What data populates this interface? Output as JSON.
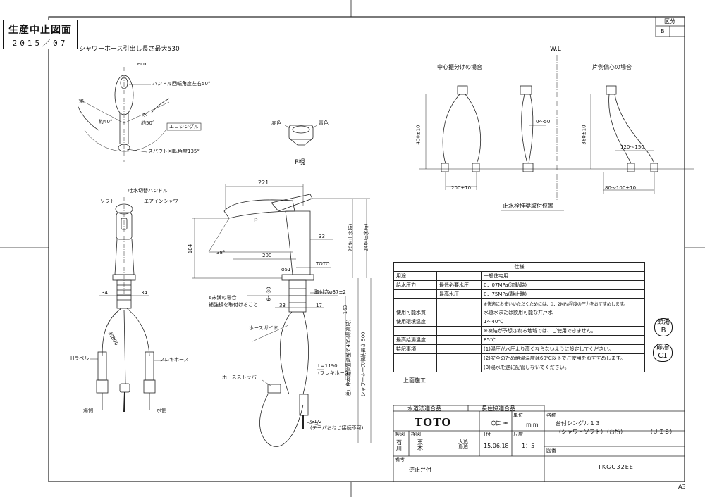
{
  "stamp": {
    "title": "生産中止図面",
    "date": "2015／07"
  },
  "class_box": {
    "label": "区分",
    "value": "B"
  },
  "sheet_size": "A3",
  "top_view": {
    "hose_note": "シャワーホース引出し長さ最大530",
    "eco": "eco",
    "handle_rotation": "ハンドル回転角度左右50°",
    "hot": "湯",
    "hot_angle": "約40°",
    "water": "水",
    "water_angle": "約50°",
    "eco_single": "エコシングル",
    "spout_rotation": "スパウト回転角度135°"
  },
  "p_view": {
    "red_mark": "赤色",
    "blue_mark": "青色",
    "caption": "P視"
  },
  "front_view": {
    "switch_handle": "吐水切替ハンドル",
    "soft": "ソフト",
    "aerator": "エアインシャワー",
    "dim_left": "34",
    "dim_right": "34",
    "hose_len_label": "約800",
    "h_label": "Hラベル",
    "flex_hose": "フレキホース",
    "hot_side": "湯側",
    "water_side": "水側"
  },
  "side_view": {
    "dim_221": "221",
    "p_arrow": "P",
    "dim_33": "33",
    "dim_184": "184",
    "angle_38": "38°",
    "dim_200": "200",
    "dim_phi51": "φ51",
    "toto_label": "TOTO",
    "dim_209": "209(止水時)",
    "dim_240": "240(吐水時)",
    "six_holes_note1": "6未満の場合",
    "six_holes_note2": "補強板を取付けること",
    "dim_6_30": "6～30",
    "hole_dia": "取付穴φ37±2",
    "dim_33b": "33",
    "dim_17": "17",
    "dim_163": "163",
    "hose_guide": "ホースガイド",
    "check_valve_note": "逆止弁本体位置調整で435(最高時)",
    "hose_storage": "シャワーホース収納長さ 500",
    "l1190": "L=1190",
    "l1190_sub": "(フレキホース)",
    "hose_stopper": "ホースストッパー",
    "g12": "G1/2",
    "g12_sub": "(テーパおねじ接続不可)"
  },
  "wl_view": {
    "wl": "W.L",
    "center": "中心振分けの場合",
    "offset": "片側偏心の場合",
    "dim_400": "400±10",
    "dim_0_50": "0～50",
    "dim_360": "360±10",
    "dim_120_150": "120～150",
    "dim_200_10": "200±10",
    "dim_80_100": "80～100±10",
    "caption": "止水栓推奨取付位置"
  },
  "spec": {
    "title": "仕様",
    "rows": [
      [
        "用途",
        "",
        "一般住宅用"
      ],
      [
        "給水圧力",
        "最低必要水圧",
        "0．07MPa(流動時)"
      ],
      [
        "",
        "最高水圧",
        "0．75MPa(静止時)"
      ],
      [
        "",
        "",
        "※快適にお使いいただくためには、0．2MPa程度の圧力をおすすめします。"
      ],
      [
        "使用可能水質",
        "",
        "水道水または飲用可能な井戸水"
      ],
      [
        "使用環境温度",
        "",
        "1～40℃"
      ],
      [
        "",
        "",
        "※凍結が予想される地域では、ご使用できません。"
      ],
      [
        "最高給湯温度",
        "",
        "85℃"
      ],
      [
        "特記事項",
        "",
        "(1)湯圧が水圧より高くならないように設定してください。"
      ],
      [
        "",
        "",
        "(2)安全のため給湯温度は60℃以下でご使用をおすすめします。"
      ],
      [
        "",
        "",
        "(3)湯水を逆に配管しないでください。"
      ]
    ]
  },
  "badges": {
    "b1_top": "節湯",
    "b1_bottom": "B",
    "b2_top": "節湯",
    "b2_bottom": "C1"
  },
  "top_install": "上面施工",
  "title_block": {
    "cert1": "水道法適合品",
    "cert2": "長住協適合品",
    "brand": "TOTO",
    "unit_label": "単位",
    "unit": "mm",
    "name_label": "名称",
    "name1": "台付シングル１３",
    "name2": "（シャワ・ソフト）（台所）",
    "jis": "（ＪＩＳ）",
    "drawn_label": "製図",
    "drawn_name": "石川",
    "check_label": "検図",
    "check_name": "栗木",
    "approve_name": "大追島迫",
    "date_label": "日付",
    "date": "15.06.18",
    "scale_label": "尺度",
    "scale": "1：5",
    "drawing_no_label": "図番",
    "drawing_no": "TKGG32EE",
    "remarks_label": "備考",
    "remarks": "逆止弁付"
  }
}
